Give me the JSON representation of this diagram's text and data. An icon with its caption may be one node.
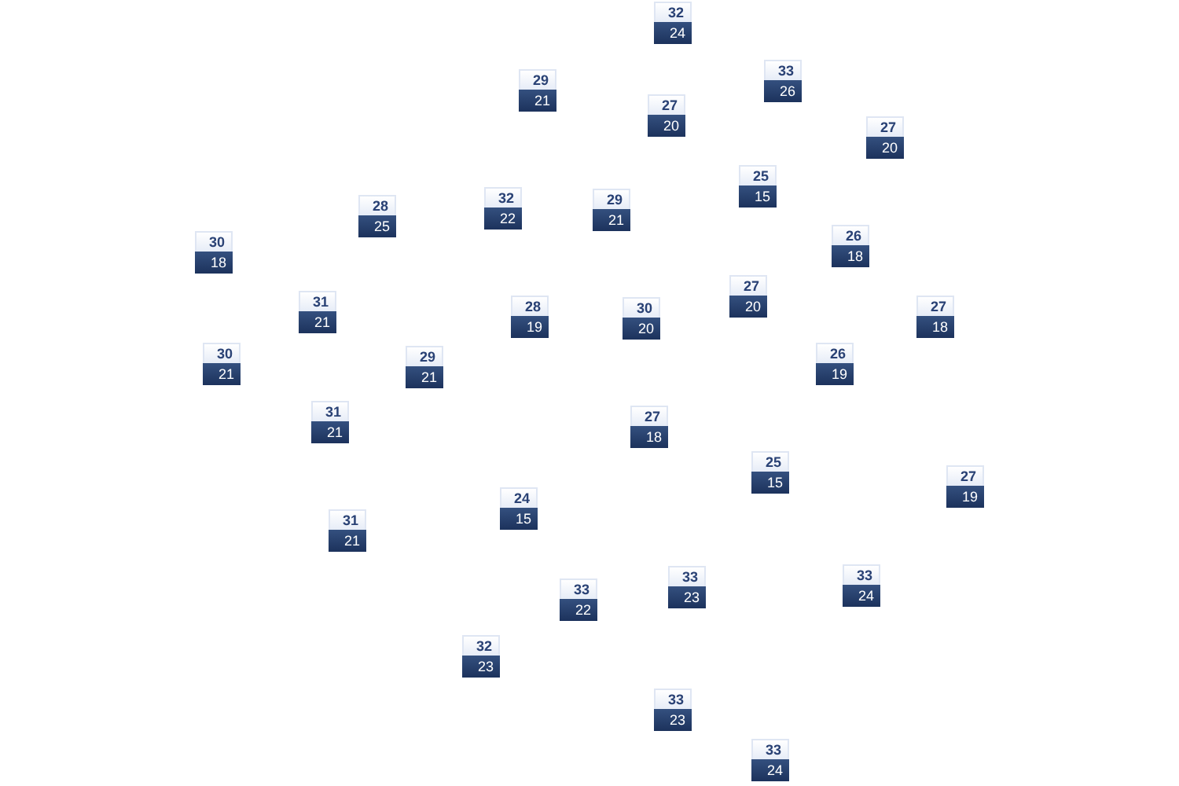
{
  "diagram": {
    "nodes": [
      {
        "text": [
          "32",
          "24"
        ]
      },
      {
        "text": [
          "33",
          "26"
        ]
      },
      {
        "text": [
          "29",
          "21"
        ]
      },
      {
        "text": [
          "27",
          "20"
        ]
      },
      {
        "text": [
          "27",
          "20"
        ]
      },
      {
        "text": [
          "25",
          "15"
        ]
      },
      {
        "text": [
          "32",
          "22"
        ]
      },
      {
        "text": [
          "29",
          "21"
        ]
      },
      {
        "text": [
          "28",
          "25"
        ]
      },
      {
        "text": [
          "26",
          "18"
        ]
      },
      {
        "text": [
          "30",
          "18"
        ]
      },
      {
        "text": [
          "27",
          "20"
        ]
      },
      {
        "text": [
          "31",
          "21"
        ]
      },
      {
        "text": [
          "28",
          "19"
        ]
      },
      {
        "text": [
          "30",
          "20"
        ]
      },
      {
        "text": [
          "27",
          "18"
        ]
      },
      {
        "text": [
          "26",
          "19"
        ]
      },
      {
        "text": [
          "30",
          "21"
        ]
      },
      {
        "text": [
          "29",
          "21"
        ]
      },
      {
        "text": [
          "31",
          "21"
        ]
      },
      {
        "text": [
          "27",
          "18"
        ]
      },
      {
        "text": [
          "25",
          "15"
        ]
      },
      {
        "text": [
          "27",
          "19"
        ]
      },
      {
        "text": [
          "24",
          "15"
        ]
      },
      {
        "text": [
          "31",
          "21"
        ]
      },
      {
        "text": [
          "33",
          "24"
        ]
      },
      {
        "text": [
          "33",
          "23"
        ]
      },
      {
        "text": [
          "33",
          "22"
        ]
      },
      {
        "text": [
          "32",
          "23"
        ]
      },
      {
        "text": [
          "33",
          "23"
        ]
      },
      {
        "text": [
          "33",
          "24"
        ]
      }
    ]
  }
}
